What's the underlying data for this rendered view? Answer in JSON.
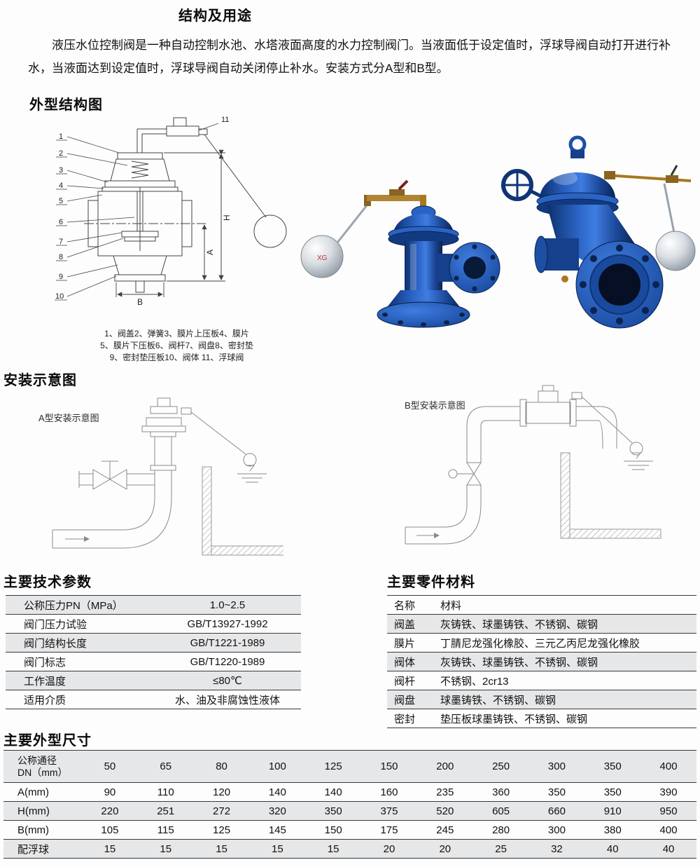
{
  "sections": {
    "structure_use": "结构及用途",
    "outline": "外型结构图",
    "install": "安装示意图",
    "tech_params": "主要技术参数",
    "materials": "主要零件材料",
    "dimensions": "主要外型尺寸"
  },
  "intro": {
    "line1": "液压水位控制阀是一种自动控制水池、水塔液面高度的水力控制阀门。当液面低于设定值时，浮球导阀自动打开进行补",
    "line2": "水，当液面达到设定值时，浮球导阀自动关闭停止补水。安装方式分A型和B型。"
  },
  "outline_figure": {
    "caption_line1": "1、阀盖2、弹簧3、膜片上压板4、膜片",
    "caption_line2": "5、膜片下压板6、阀杆7、阀盘8、密封垫",
    "caption_line3": "9、密封垫压板10、阀体 11、浮球阀",
    "part_numbers": [
      "1",
      "2",
      "3",
      "4",
      "5",
      "6",
      "7",
      "8",
      "9",
      "10",
      "11"
    ],
    "dim_h": "H",
    "dim_a": "A",
    "dim_b": "B",
    "ball_logo": "XG"
  },
  "install_figure": {
    "label_a": "A型安装示意图",
    "label_b": "B型安装示意图"
  },
  "colors": {
    "valve_blue": "#1d4fa5",
    "stripe_gray": "#e6e7e9",
    "brass": "#a87820"
  },
  "tech_params": {
    "rows": [
      {
        "label": "公称压力PN（MPa）",
        "value": "1.0~2.5"
      },
      {
        "label": "阀门压力试验",
        "value": "GB/T13927-1992"
      },
      {
        "label": "阀门结构长度",
        "value": "GB/T1221-1989"
      },
      {
        "label": "阀门标志",
        "value": "GB/T1220-1989"
      },
      {
        "label": "工作温度",
        "value": "≤80℃"
      },
      {
        "label": "适用介质",
        "value": "水、油及非腐蚀性液体"
      }
    ]
  },
  "materials": {
    "header_name": "名称",
    "header_material": "材料",
    "rows": [
      {
        "name": "阀盖",
        "material": "灰铸铁、球墨铸铁、不锈钢、碳钢"
      },
      {
        "name": "膜片",
        "material": "丁腈尼龙强化橡胶、三元乙丙尼龙强化橡胶"
      },
      {
        "name": "阀体",
        "material": "灰铸铁、球墨铸铁、不锈钢、碳钢"
      },
      {
        "name": "阀杆",
        "material": "不锈钢、2cr13"
      },
      {
        "name": "阀盘",
        "material": "球墨铸铁、不锈钢、碳钢"
      },
      {
        "name": "密封",
        "material": "垫压板球墨铸铁、不锈钢、碳钢"
      }
    ]
  },
  "dimensions": {
    "header_label_line1": "公称通径",
    "header_label_line2": "DN（mm）",
    "dn_values": [
      "50",
      "65",
      "80",
      "100",
      "125",
      "150",
      "200",
      "250",
      "300",
      "350",
      "400"
    ],
    "rows": [
      {
        "label": "A(mm)",
        "values": [
          "90",
          "110",
          "120",
          "140",
          "140",
          "160",
          "235",
          "360",
          "350",
          "350",
          "390"
        ]
      },
      {
        "label": "H(mm)",
        "values": [
          "220",
          "251",
          "272",
          "320",
          "350",
          "375",
          "520",
          "605",
          "660",
          "910",
          "950"
        ]
      },
      {
        "label": "B(mm)",
        "values": [
          "105",
          "115",
          "125",
          "145",
          "150",
          "175",
          "245",
          "280",
          "300",
          "380",
          "400"
        ]
      },
      {
        "label": "配浮球",
        "values": [
          "15",
          "15",
          "15",
          "15",
          "15",
          "20",
          "20",
          "25",
          "32",
          "40",
          "40"
        ]
      }
    ]
  }
}
